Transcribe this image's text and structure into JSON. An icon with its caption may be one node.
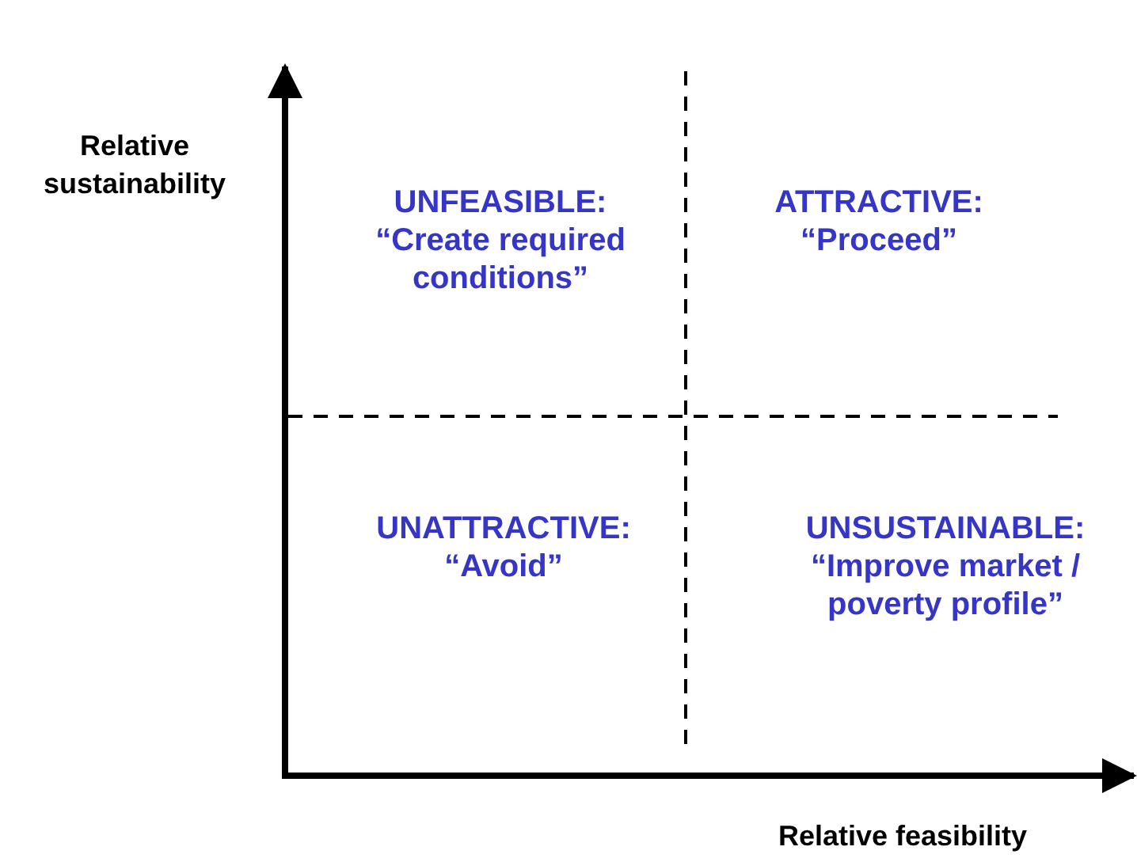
{
  "diagram": {
    "labels": [
      "Relative sustainability",
      "UNFEASIBLE:",
      "“Create required conditions”",
      "ATTRACTIVE:",
      "“Proceed”",
      "UNATTRACTIVE:",
      "“Avoid”",
      "UNSUSTAINABLE:",
      "“Improve market / poverty profile”",
      "Relative feasibility"
    ]
  }
}
